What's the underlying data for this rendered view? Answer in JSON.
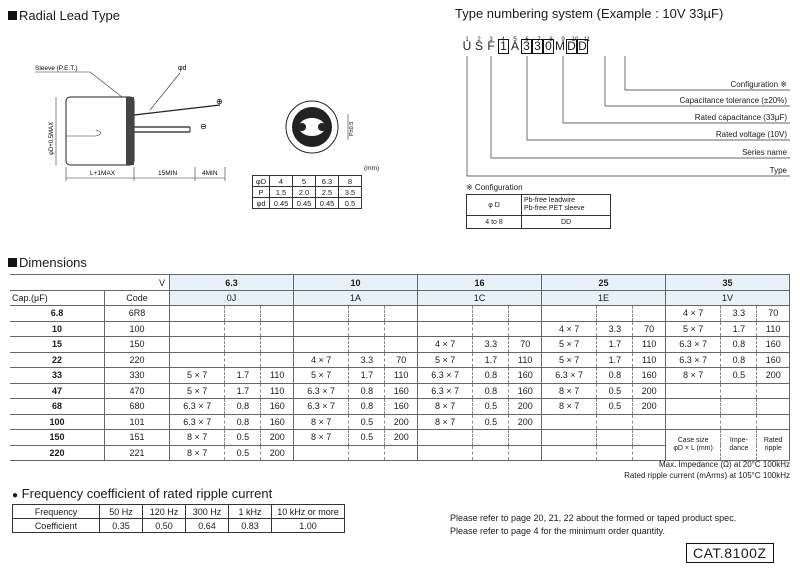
{
  "radial": {
    "title": "Radial Lead Type",
    "sleeve_label": "Sleeve (P.E.T.)",
    "phi_d_label": "φd",
    "phi_D_label": "φD+0.5MAX",
    "L_label": "L+1MAX",
    "lead15_label": "15MIN",
    "lead4_label": "4MIN",
    "plus_sign": "⊕",
    "minus_sign": "⊖",
    "pitch_label": "P±0.5",
    "mm_label": "(mm)",
    "table": {
      "rows": [
        {
          "h": "φD",
          "v": [
            "4",
            "5",
            "6.3",
            "8"
          ]
        },
        {
          "h": "P",
          "v": [
            "1.5",
            "2.0",
            "2.5",
            "3.5"
          ]
        },
        {
          "h": "φd",
          "v": [
            "0.45",
            "0.45",
            "0.45",
            "0.5"
          ]
        }
      ]
    }
  },
  "type_num": {
    "title": "Type numbering system (Example : 10V 33µF)",
    "indices": [
      "1",
      "2",
      "3",
      "4",
      "5",
      "6",
      "7",
      "8",
      "9",
      "10",
      "11"
    ],
    "chars": [
      "U",
      "S",
      "F",
      "1",
      "A",
      "3",
      "3",
      "0",
      "M",
      "D",
      "D"
    ],
    "labels": [
      "Configuration ※",
      "Capacitance tolerance (±20%)",
      "Rated capacitance (33µF)",
      "Rated voltage (10V)",
      "Series name",
      "Type"
    ],
    "config": {
      "title": "※ Configuration",
      "h1": "φ D",
      "h2a": "Pb-free leadwire",
      "h2b": "Pb-free PET sleeve",
      "r1": "4 to 8",
      "r2": "DD"
    }
  },
  "dims": {
    "title": "Dimensions",
    "v_label": "V",
    "cap_label": "Cap.(µF)",
    "code_label": "Code",
    "voltages": [
      {
        "v": "6.3",
        "code": "0J"
      },
      {
        "v": "10",
        "code": "1A"
      },
      {
        "v": "16",
        "code": "1C"
      },
      {
        "v": "25",
        "code": "1E"
      },
      {
        "v": "35",
        "code": "1V"
      }
    ],
    "rows": [
      {
        "cap": "6.8",
        "code": "6R8",
        "cells": [
          [
            "",
            "",
            ""
          ],
          [
            "",
            "",
            ""
          ],
          [
            "",
            "",
            ""
          ],
          [
            "",
            "",
            ""
          ],
          [
            "4 × 7",
            "3.3",
            "70"
          ]
        ]
      },
      {
        "cap": "10",
        "code": "100",
        "cells": [
          [
            "",
            "",
            ""
          ],
          [
            "",
            "",
            ""
          ],
          [
            "",
            "",
            ""
          ],
          [
            "4 × 7",
            "3.3",
            "70"
          ],
          [
            "5 × 7",
            "1.7",
            "110"
          ]
        ]
      },
      {
        "cap": "15",
        "code": "150",
        "cells": [
          [
            "",
            "",
            ""
          ],
          [
            "",
            "",
            ""
          ],
          [
            "4 × 7",
            "3.3",
            "70"
          ],
          [
            "5 × 7",
            "1.7",
            "110"
          ],
          [
            "6.3 × 7",
            "0.8",
            "160"
          ]
        ]
      },
      {
        "cap": "22",
        "code": "220",
        "cells": [
          [
            "",
            "",
            ""
          ],
          [
            "4 × 7",
            "3.3",
            "70"
          ],
          [
            "5 × 7",
            "1.7",
            "110"
          ],
          [
            "5 × 7",
            "1.7",
            "110"
          ],
          [
            "6.3 × 7",
            "0.8",
            "160"
          ]
        ]
      },
      {
        "cap": "33",
        "code": "330",
        "cells": [
          [
            "5 × 7",
            "1.7",
            "110"
          ],
          [
            "5 × 7",
            "1.7",
            "110"
          ],
          [
            "6.3 × 7",
            "0.8",
            "160"
          ],
          [
            "6.3 × 7",
            "0.8",
            "160"
          ],
          [
            "8 × 7",
            "0.5",
            "200"
          ]
        ]
      },
      {
        "cap": "47",
        "code": "470",
        "cells": [
          [
            "5 × 7",
            "1.7",
            "110"
          ],
          [
            "6.3 × 7",
            "0.8",
            "160"
          ],
          [
            "6.3 × 7",
            "0.8",
            "160"
          ],
          [
            "8 × 7",
            "0.5",
            "200"
          ],
          [
            "",
            "",
            ""
          ]
        ]
      },
      {
        "cap": "68",
        "code": "680",
        "cells": [
          [
            "6.3 × 7",
            "0.8",
            "160"
          ],
          [
            "6.3 × 7",
            "0.8",
            "160"
          ],
          [
            "8 × 7",
            "0.5",
            "200"
          ],
          [
            "8 × 7",
            "0.5",
            "200"
          ],
          [
            "",
            "",
            ""
          ]
        ]
      },
      {
        "cap": "100",
        "code": "101",
        "cells": [
          [
            "6.3 × 7",
            "0.8",
            "160"
          ],
          [
            "8 × 7",
            "0.5",
            "200"
          ],
          [
            "8 × 7",
            "0.5",
            "200"
          ],
          [
            "",
            "",
            ""
          ],
          [
            "",
            "",
            ""
          ]
        ]
      },
      {
        "cap": "150",
        "code": "151",
        "cells": [
          [
            "8 × 7",
            "0.5",
            "200"
          ],
          [
            "8 × 7",
            "0.5",
            "200"
          ],
          [
            "",
            "",
            ""
          ],
          [
            "",
            "",
            ""
          ],
          [
            "",
            "",
            ""
          ]
        ]
      },
      {
        "cap": "220",
        "code": "221",
        "cells": [
          [
            "8 × 7",
            "0.5",
            "200"
          ],
          [
            "",
            "",
            ""
          ],
          [
            "",
            "",
            ""
          ],
          [
            "",
            "",
            ""
          ],
          [
            "",
            "",
            ""
          ]
        ]
      }
    ],
    "legend": {
      "size_a": "Case size",
      "size_b": "φD × L (mm)",
      "imp_a": "Impe-",
      "imp_b": "dance",
      "rip_a": "Rated",
      "rip_b": "ripple"
    },
    "note1": "Max. Impedance (Ω) at 20°C 100kHz",
    "note2": "Rated ripple current (mArms) at 105°C 100kHz"
  },
  "freq": {
    "title": "Frequency coefficient of rated ripple current",
    "headers": [
      "Frequency",
      "50 Hz",
      "120 Hz",
      "300 Hz",
      "1 kHz",
      "10 kHz or more"
    ],
    "values": [
      "Coefficient",
      "0.35",
      "0.50",
      "0.64",
      "0.83",
      "1.00"
    ]
  },
  "refs": {
    "line1": "Please refer to page 20, 21, 22 about the formed or taped product spec.",
    "line2": "Please refer to page 4 for the minimum order quantity."
  },
  "catalog": "CAT.8100Z"
}
